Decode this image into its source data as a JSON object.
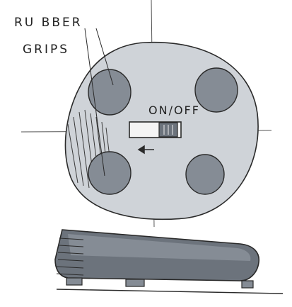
{
  "labels": {
    "rubber": "RU BBER",
    "grips": "GRIPS",
    "switch": "ON/OFF"
  },
  "colors": {
    "paper": "#ffffff",
    "body_fill": "#cfd3d8",
    "grip_fill": "#858c95",
    "base_fill": "#6c737c",
    "ink": "#2a2a2a"
  }
}
